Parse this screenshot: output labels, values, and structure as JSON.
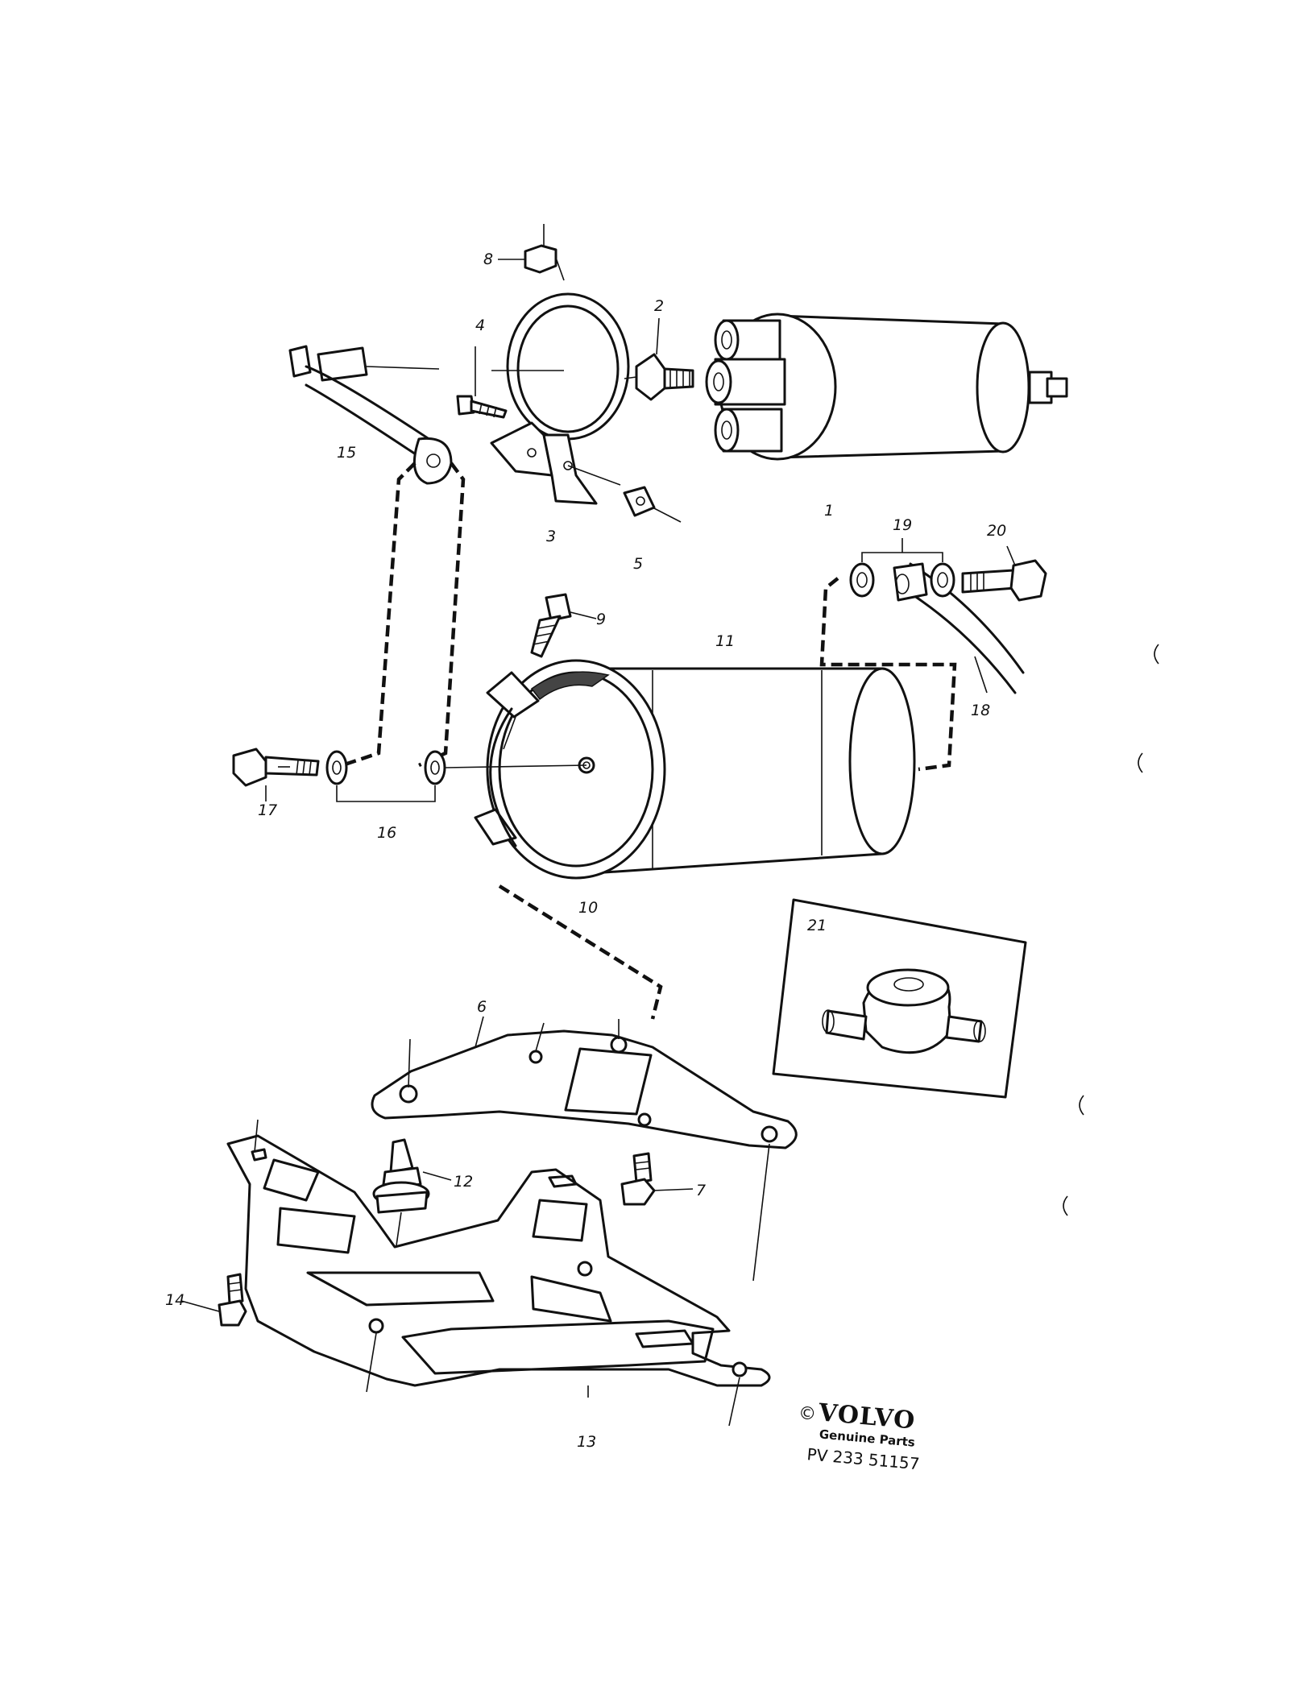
{
  "callouts": {
    "c1": "1",
    "c2": "2",
    "c3": "3",
    "c4": "4",
    "c5": "5",
    "c6": "6",
    "c7": "7",
    "c8": "8",
    "c9": "9",
    "c10": "10",
    "c11": "11",
    "c12": "12",
    "c13": "13",
    "c14": "14",
    "c15": "15",
    "c16": "16",
    "c17": "17",
    "c18": "18",
    "c19": "19",
    "c20": "20",
    "c21": "21"
  },
  "logo": {
    "copyright": "©",
    "brand": "VOLVO",
    "tagline": "Genuine Parts",
    "part_number": "PV 233  51157"
  }
}
